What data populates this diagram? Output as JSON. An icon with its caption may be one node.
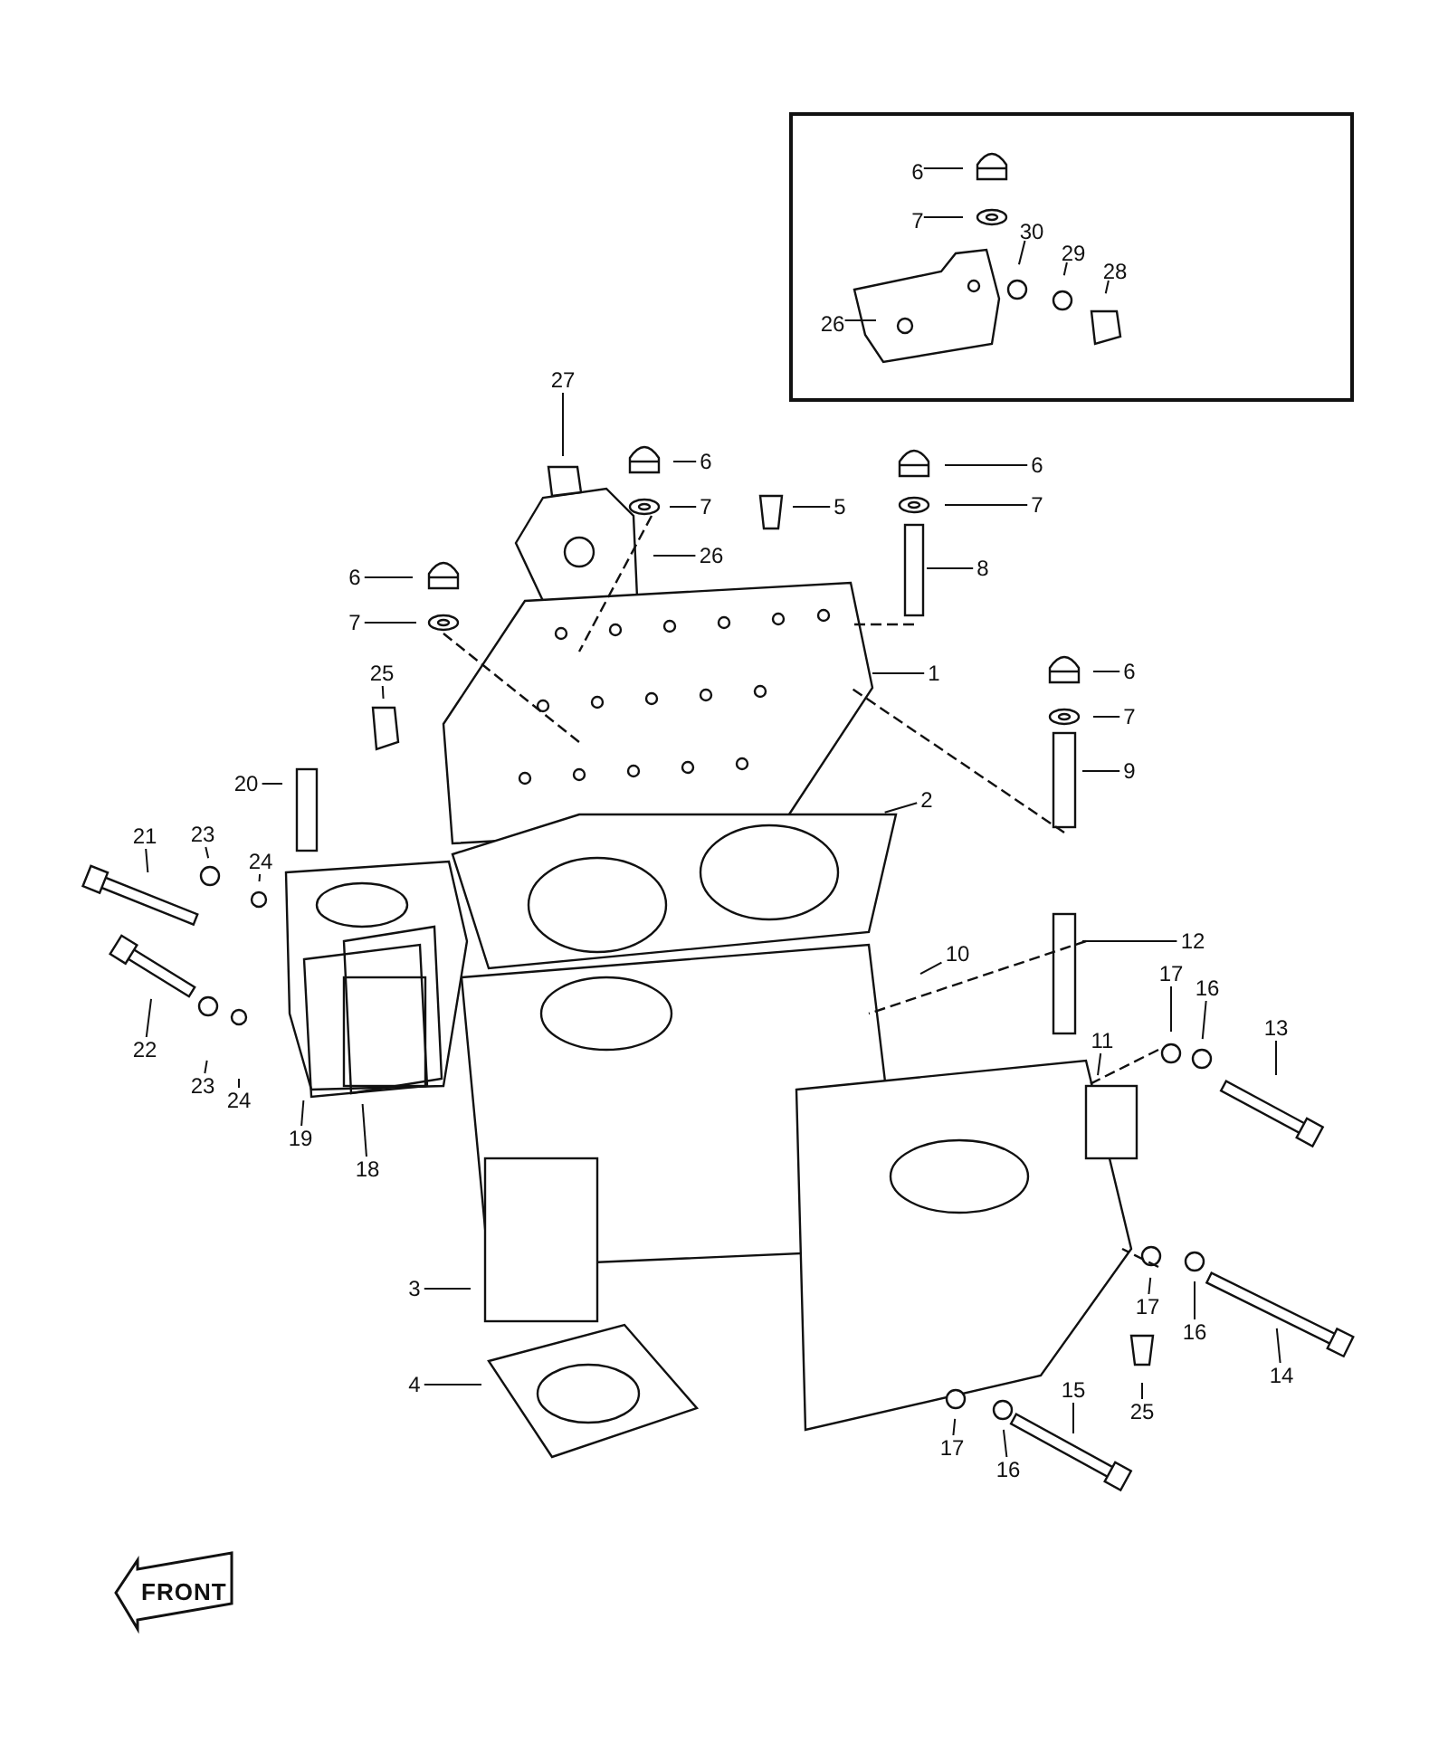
{
  "diagram": {
    "nodes": [
      {
        "text": [],
        "shape": "box"
      },
      {
        "text": [
          "6"
        ],
        "in": 0
      },
      {
        "text": [
          "7"
        ],
        "in": 0
      },
      {
        "text": [
          "30"
        ],
        "in": 0
      },
      {
        "text": [
          "29"
        ],
        "in": 0
      },
      {
        "text": [
          "28"
        ],
        "in": 0
      },
      {
        "text": [
          "26"
        ],
        "in": 0
      },
      {
        "text": [
          "27"
        ]
      },
      {
        "text": [
          "6"
        ]
      },
      {
        "text": [
          "7"
        ]
      },
      {
        "text": [
          "26"
        ]
      },
      {
        "text": [
          "5"
        ]
      },
      {
        "text": [
          "6"
        ]
      },
      {
        "text": [
          "7"
        ]
      },
      {
        "text": [
          "8"
        ]
      },
      {
        "text": [
          "6"
        ]
      },
      {
        "text": [
          "7"
        ]
      },
      {
        "text": [
          "1"
        ]
      },
      {
        "text": [
          "25"
        ]
      },
      {
        "text": [
          "6"
        ]
      },
      {
        "text": [
          "7"
        ]
      },
      {
        "text": [
          "9"
        ]
      },
      {
        "text": [
          "20"
        ]
      },
      {
        "text": [
          "2"
        ]
      },
      {
        "text": [
          "21"
        ]
      },
      {
        "text": [
          "23"
        ]
      },
      {
        "text": [
          "24"
        ]
      },
      {
        "text": [
          "12"
        ]
      },
      {
        "text": [
          "10"
        ]
      },
      {
        "text": [
          "17"
        ]
      },
      {
        "text": [
          "16"
        ]
      },
      {
        "text": [
          "13"
        ]
      },
      {
        "text": [
          "11"
        ]
      },
      {
        "text": [
          "22"
        ]
      },
      {
        "text": [
          "23"
        ]
      },
      {
        "text": [
          "24"
        ]
      },
      {
        "text": [
          "19"
        ]
      },
      {
        "text": [
          "18"
        ]
      },
      {
        "text": [
          "3"
        ]
      },
      {
        "text": [
          "17"
        ]
      },
      {
        "text": [
          "16"
        ]
      },
      {
        "text": [
          "14"
        ]
      },
      {
        "text": [
          "4"
        ]
      },
      {
        "text": [
          "25"
        ]
      },
      {
        "text": [
          "15"
        ]
      },
      {
        "text": [
          "17"
        ]
      },
      {
        "text": [
          "16"
        ]
      }
    ],
    "edges": [
      {
        "from": 1,
        "to": null,
        "arrow": "none"
      },
      {
        "from": 2,
        "to": null,
        "arrow": "none"
      },
      {
        "from": 3,
        "to": null,
        "arrow": "none"
      },
      {
        "from": 4,
        "to": null,
        "arrow": "none"
      },
      {
        "from": 5,
        "to": null,
        "arrow": "none"
      },
      {
        "from": 6,
        "to": null,
        "arrow": "none"
      },
      {
        "from": 7,
        "to": null,
        "arrow": "none"
      },
      {
        "from": 8,
        "to": null,
        "arrow": "none"
      },
      {
        "from": 9,
        "to": null,
        "arrow": "none"
      },
      {
        "from": 10,
        "to": null,
        "arrow": "none"
      },
      {
        "from": 11,
        "to": null,
        "arrow": "none"
      },
      {
        "from": 12,
        "to": null,
        "arrow": "none"
      },
      {
        "from": 13,
        "to": null,
        "arrow": "none"
      },
      {
        "from": 14,
        "to": null,
        "arrow": "none"
      },
      {
        "from": 15,
        "to": null,
        "arrow": "none"
      },
      {
        "from": 16,
        "to": null,
        "arrow": "none"
      },
      {
        "from": 17,
        "to": null,
        "arrow": "none"
      },
      {
        "from": 18,
        "to": null,
        "arrow": "none"
      },
      {
        "from": 19,
        "to": null,
        "arrow": "none"
      },
      {
        "from": 20,
        "to": null,
        "arrow": "none"
      },
      {
        "from": 21,
        "to": null,
        "arrow": "none"
      },
      {
        "from": 22,
        "to": null,
        "arrow": "none"
      },
      {
        "from": 23,
        "to": null,
        "arrow": "none"
      },
      {
        "from": 24,
        "to": null,
        "arrow": "none"
      },
      {
        "from": 25,
        "to": null,
        "arrow": "none"
      },
      {
        "from": 26,
        "to": null,
        "arrow": "none"
      },
      {
        "from": 27,
        "to": null,
        "arrow": "none"
      },
      {
        "from": 28,
        "to": null,
        "arrow": "none"
      },
      {
        "from": 29,
        "to": null,
        "arrow": "none"
      },
      {
        "from": 30,
        "to": null,
        "arrow": "none"
      },
      {
        "from": 31,
        "to": null,
        "arrow": "none"
      },
      {
        "from": 32,
        "to": null,
        "arrow": "none"
      },
      {
        "from": 33,
        "to": null,
        "arrow": "none"
      },
      {
        "from": 34,
        "to": null,
        "arrow": "none"
      },
      {
        "from": 35,
        "to": null,
        "arrow": "none"
      },
      {
        "from": 36,
        "to": null,
        "arrow": "none"
      },
      {
        "from": 37,
        "to": null,
        "arrow": "none"
      },
      {
        "from": 38,
        "to": null,
        "arrow": "none"
      },
      {
        "from": 39,
        "to": null,
        "arrow": "none"
      },
      {
        "from": 40,
        "to": null,
        "arrow": "none"
      },
      {
        "from": 41,
        "to": null,
        "arrow": "none"
      },
      {
        "from": 42,
        "to": null,
        "arrow": "none"
      },
      {
        "from": 43,
        "to": null,
        "arrow": "none"
      },
      {
        "from": 44,
        "to": null,
        "arrow": "none"
      },
      {
        "from": 45,
        "to": null,
        "arrow": "none"
      },
      {
        "from": 46,
        "to": null,
        "arrow": "none"
      }
    ],
    "labels": [
      "FRONT"
    ]
  }
}
